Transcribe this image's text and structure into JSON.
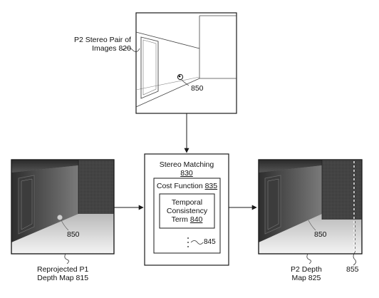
{
  "top_panel": {
    "label_line1": "P2 Stereo Pair of",
    "label_line2": "Images 820",
    "marker": "850"
  },
  "left_panel": {
    "label_line1": "Reprojected P1",
    "label_line2": "Depth Map 815",
    "marker": "850"
  },
  "right_panel": {
    "label_line1": "P2 Depth",
    "label_line2": "Map 825",
    "marker": "850",
    "edge_marker": "855"
  },
  "stereo_matching": {
    "title": "Stereo Matching",
    "number": "830",
    "cost_function": {
      "title": "Cost Function",
      "number": "835"
    },
    "temporal": {
      "line1": "Temporal",
      "line2": "Consistency",
      "line3_prefix": "Term",
      "number": "840"
    },
    "more_marker": "845"
  },
  "colors": {
    "line": "#1a1a1a",
    "panel_dark": "#3a3a3a",
    "panel_light": "#f2f2f2"
  }
}
